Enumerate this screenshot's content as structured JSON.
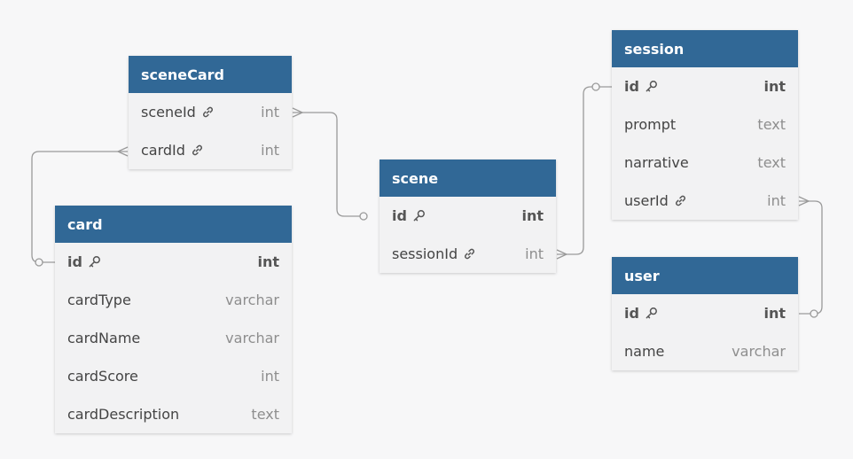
{
  "tables": {
    "sceneCard": {
      "title": "sceneCard",
      "columns": [
        {
          "name": "sceneId",
          "type": "int",
          "icon": "link-icon",
          "pk": false
        },
        {
          "name": "cardId",
          "type": "int",
          "icon": "link-icon",
          "pk": false
        }
      ]
    },
    "card": {
      "title": "card",
      "columns": [
        {
          "name": "id",
          "type": "int",
          "icon": "key-icon",
          "pk": true
        },
        {
          "name": "cardType",
          "type": "varchar",
          "icon": "",
          "pk": false
        },
        {
          "name": "cardName",
          "type": "varchar",
          "icon": "",
          "pk": false
        },
        {
          "name": "cardScore",
          "type": "int",
          "icon": "",
          "pk": false
        },
        {
          "name": "cardDescription",
          "type": "text",
          "icon": "",
          "pk": false
        }
      ]
    },
    "scene": {
      "title": "scene",
      "columns": [
        {
          "name": "id",
          "type": "int",
          "icon": "key-icon",
          "pk": true
        },
        {
          "name": "sessionId",
          "type": "int",
          "icon": "link-icon",
          "pk": false
        }
      ]
    },
    "session": {
      "title": "session",
      "columns": [
        {
          "name": "id",
          "type": "int",
          "icon": "key-icon",
          "pk": true
        },
        {
          "name": "prompt",
          "type": "text",
          "icon": "",
          "pk": false
        },
        {
          "name": "narrative",
          "type": "text",
          "icon": "",
          "pk": false
        },
        {
          "name": "userId",
          "type": "int",
          "icon": "link-icon",
          "pk": false
        }
      ]
    },
    "user": {
      "title": "user",
      "columns": [
        {
          "name": "id",
          "type": "int",
          "icon": "key-icon",
          "pk": true
        },
        {
          "name": "name",
          "type": "varchar",
          "icon": "",
          "pk": false
        }
      ]
    }
  },
  "relationships": [
    {
      "from": "sceneCard.sceneId",
      "to": "scene.id",
      "from_end": "many",
      "to_end": "one"
    },
    {
      "from": "sceneCard.cardId",
      "to": "card.id",
      "from_end": "many",
      "to_end": "one"
    },
    {
      "from": "scene.sessionId",
      "to": "session.id",
      "from_end": "many",
      "to_end": "one"
    },
    {
      "from": "session.userId",
      "to": "user.id",
      "from_end": "many",
      "to_end": "one"
    }
  ],
  "colors": {
    "header": "#316896",
    "header_text": "#ffffff",
    "body": "#f2f2f3",
    "background": "#f7f7f8",
    "connector": "#9a9a9a"
  }
}
